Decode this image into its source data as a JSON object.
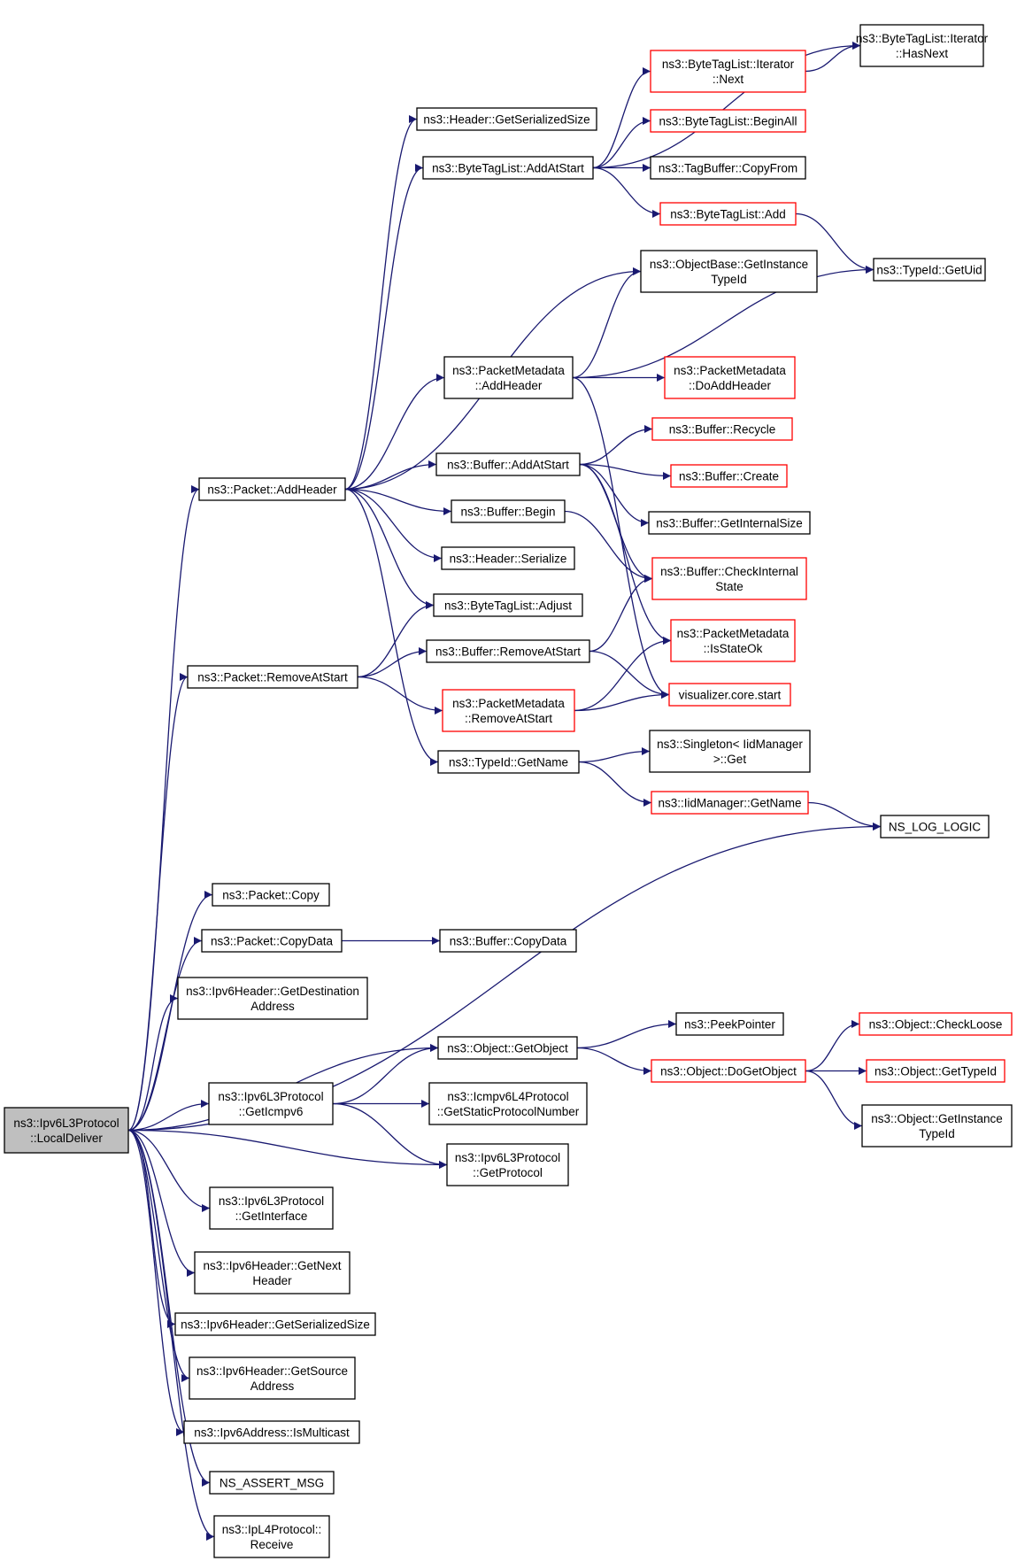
{
  "colors": {
    "edge": "#191970",
    "node_border_default": "#000000",
    "node_border_truncated": "#ff0000",
    "root_fill": "#bfbfbf",
    "node_fill": "#ffffff"
  },
  "nodes": [
    {
      "id": "root",
      "lines": [
        "ns3::Ipv6L3Protocol",
        "::LocalDeliver"
      ],
      "style": "root"
    },
    {
      "id": "addheader",
      "lines": [
        "ns3::Packet::AddHeader"
      ],
      "style": "normal"
    },
    {
      "id": "removeatstart",
      "lines": [
        "ns3::Packet::RemoveAtStart"
      ],
      "style": "normal"
    },
    {
      "id": "pcopy",
      "lines": [
        "ns3::Packet::Copy"
      ],
      "style": "normal"
    },
    {
      "id": "pcopydata",
      "lines": [
        "ns3::Packet::CopyData"
      ],
      "style": "normal"
    },
    {
      "id": "getdest",
      "lines": [
        "ns3::Ipv6Header::GetDestination",
        "Address"
      ],
      "style": "normal"
    },
    {
      "id": "geticmpv6",
      "lines": [
        "ns3::Ipv6L3Protocol",
        "::GetIcmpv6"
      ],
      "style": "normal"
    },
    {
      "id": "getinterface",
      "lines": [
        "ns3::Ipv6L3Protocol",
        "::GetInterface"
      ],
      "style": "normal"
    },
    {
      "id": "getnextheader",
      "lines": [
        "ns3::Ipv6Header::GetNext",
        "Header"
      ],
      "style": "normal"
    },
    {
      "id": "getserialsize6",
      "lines": [
        "ns3::Ipv6Header::GetSerializedSize"
      ],
      "style": "normal"
    },
    {
      "id": "getsource",
      "lines": [
        "ns3::Ipv6Header::GetSource",
        "Address"
      ],
      "style": "normal"
    },
    {
      "id": "ismulticast",
      "lines": [
        "ns3::Ipv6Address::IsMulticast"
      ],
      "style": "normal"
    },
    {
      "id": "assertmsg",
      "lines": [
        "NS_ASSERT_MSG"
      ],
      "style": "normal"
    },
    {
      "id": "receive",
      "lines": [
        "ns3::IpL4Protocol::",
        "Receive"
      ],
      "style": "normal"
    },
    {
      "id": "hgetserial",
      "lines": [
        "ns3::Header::GetSerializedSize"
      ],
      "style": "normal"
    },
    {
      "id": "btladdatstart",
      "lines": [
        "ns3::ByteTagList::AddAtStart"
      ],
      "style": "normal"
    },
    {
      "id": "pmaddheader",
      "lines": [
        "ns3::PacketMetadata",
        "::AddHeader"
      ],
      "style": "normal"
    },
    {
      "id": "bufaddatstart",
      "lines": [
        "ns3::Buffer::AddAtStart"
      ],
      "style": "normal"
    },
    {
      "id": "bufbegin",
      "lines": [
        "ns3::Buffer::Begin"
      ],
      "style": "normal"
    },
    {
      "id": "hserialize",
      "lines": [
        "ns3::Header::Serialize"
      ],
      "style": "normal"
    },
    {
      "id": "btladjust",
      "lines": [
        "ns3::ByteTagList::Adjust"
      ],
      "style": "normal"
    },
    {
      "id": "bufremoveatstart",
      "lines": [
        "ns3::Buffer::RemoveAtStart"
      ],
      "style": "normal"
    },
    {
      "id": "pmremoveatstart",
      "lines": [
        "ns3::PacketMetadata",
        "::RemoveAtStart"
      ],
      "style": "red"
    },
    {
      "id": "typeidgetname",
      "lines": [
        "ns3::TypeId::GetName"
      ],
      "style": "normal"
    },
    {
      "id": "bufcopydata",
      "lines": [
        "ns3::Buffer::CopyData"
      ],
      "style": "normal"
    },
    {
      "id": "objgetobject",
      "lines": [
        "ns3::Object::GetObject"
      ],
      "style": "normal"
    },
    {
      "id": "icmpv6l4",
      "lines": [
        "ns3::Icmpv6L4Protocol",
        "::GetStaticProtocolNumber"
      ],
      "style": "normal"
    },
    {
      "id": "getprotocol",
      "lines": [
        "ns3::Ipv6L3Protocol",
        "::GetProtocol"
      ],
      "style": "normal"
    },
    {
      "id": "btliternext",
      "lines": [
        "ns3::ByteTagList::Iterator",
        "::Next"
      ],
      "style": "red"
    },
    {
      "id": "btlbeginall",
      "lines": [
        "ns3::ByteTagList::BeginAll"
      ],
      "style": "red"
    },
    {
      "id": "tagbufcopyfrom",
      "lines": [
        "ns3::TagBuffer::CopyFrom"
      ],
      "style": "normal"
    },
    {
      "id": "btladd",
      "lines": [
        "ns3::ByteTagList::Add"
      ],
      "style": "red"
    },
    {
      "id": "objbasegetinst",
      "lines": [
        "ns3::ObjectBase::GetInstance",
        "TypeId"
      ],
      "style": "normal"
    },
    {
      "id": "pmdoaddheader",
      "lines": [
        "ns3::PacketMetadata",
        "::DoAddHeader"
      ],
      "style": "red"
    },
    {
      "id": "bufrecycle",
      "lines": [
        "ns3::Buffer::Recycle"
      ],
      "style": "red"
    },
    {
      "id": "bufcreate",
      "lines": [
        "ns3::Buffer::Create"
      ],
      "style": "red"
    },
    {
      "id": "bufgetinternalsize",
      "lines": [
        "ns3::Buffer::GetInternalSize"
      ],
      "style": "normal"
    },
    {
      "id": "bufcheckinternal",
      "lines": [
        "ns3::Buffer::CheckInternal",
        "State"
      ],
      "style": "red"
    },
    {
      "id": "pmisstateok",
      "lines": [
        "ns3::PacketMetadata",
        "::IsStateOk"
      ],
      "style": "red"
    },
    {
      "id": "vizstart",
      "lines": [
        "visualizer.core.start"
      ],
      "style": "red"
    },
    {
      "id": "singletonget",
      "lines": [
        "ns3::Singleton< IidManager",
        ">::Get"
      ],
      "style": "normal"
    },
    {
      "id": "iidgetname",
      "lines": [
        "ns3::IidManager::GetName"
      ],
      "style": "red"
    },
    {
      "id": "peekpointer",
      "lines": [
        "ns3::PeekPointer"
      ],
      "style": "normal"
    },
    {
      "id": "objdogetobject",
      "lines": [
        "ns3::Object::DoGetObject"
      ],
      "style": "red"
    },
    {
      "id": "btlithasnext",
      "lines": [
        "ns3::ByteTagList::Iterator",
        "::HasNext"
      ],
      "style": "normal"
    },
    {
      "id": "typeidgetuid",
      "lines": [
        "ns3::TypeId::GetUid"
      ],
      "style": "normal"
    },
    {
      "id": "nsloglogic",
      "lines": [
        "NS_LOG_LOGIC"
      ],
      "style": "normal"
    },
    {
      "id": "objcheckloose",
      "lines": [
        "ns3::Object::CheckLoose"
      ],
      "style": "red"
    },
    {
      "id": "objgettypeid",
      "lines": [
        "ns3::Object::GetTypeId"
      ],
      "style": "red"
    },
    {
      "id": "objgetinst",
      "lines": [
        "ns3::Object::GetInstance",
        "TypeId"
      ],
      "style": "normal"
    }
  ],
  "edges": [
    [
      "root",
      "addheader"
    ],
    [
      "root",
      "removeatstart"
    ],
    [
      "root",
      "nsloglogic"
    ],
    [
      "root",
      "pcopy"
    ],
    [
      "root",
      "pcopydata"
    ],
    [
      "root",
      "getdest"
    ],
    [
      "root",
      "objgetobject"
    ],
    [
      "root",
      "geticmpv6"
    ],
    [
      "root",
      "getprotocol"
    ],
    [
      "root",
      "getinterface"
    ],
    [
      "root",
      "getnextheader"
    ],
    [
      "root",
      "getserialsize6"
    ],
    [
      "root",
      "getsource"
    ],
    [
      "root",
      "ismulticast"
    ],
    [
      "root",
      "assertmsg"
    ],
    [
      "root",
      "receive"
    ],
    [
      "addheader",
      "hgetserial"
    ],
    [
      "addheader",
      "btladdatstart"
    ],
    [
      "addheader",
      "objbasegetinst"
    ],
    [
      "addheader",
      "pmaddheader"
    ],
    [
      "addheader",
      "bufaddatstart"
    ],
    [
      "addheader",
      "bufbegin"
    ],
    [
      "addheader",
      "hserialize"
    ],
    [
      "addheader",
      "btladjust"
    ],
    [
      "addheader",
      "typeidgetname"
    ],
    [
      "removeatstart",
      "btladjust"
    ],
    [
      "removeatstart",
      "bufremoveatstart"
    ],
    [
      "removeatstart",
      "pmremoveatstart"
    ],
    [
      "btladdatstart",
      "btliternext"
    ],
    [
      "btladdatstart",
      "btlbeginall"
    ],
    [
      "btladdatstart",
      "tagbufcopyfrom"
    ],
    [
      "btladdatstart",
      "btladd"
    ],
    [
      "btladdatstart",
      "btlithasnext"
    ],
    [
      "btliternext",
      "btlithasnext"
    ],
    [
      "btladd",
      "typeidgetuid"
    ],
    [
      "pmaddheader",
      "objbasegetinst"
    ],
    [
      "pmaddheader",
      "typeidgetuid"
    ],
    [
      "pmaddheader",
      "pmdoaddheader"
    ],
    [
      "pmaddheader",
      "vizstart"
    ],
    [
      "bufaddatstart",
      "bufrecycle"
    ],
    [
      "bufaddatstart",
      "bufcreate"
    ],
    [
      "bufaddatstart",
      "bufgetinternalsize"
    ],
    [
      "bufaddatstart",
      "bufcheckinternal"
    ],
    [
      "bufaddatstart",
      "pmisstateok"
    ],
    [
      "bufbegin",
      "bufcheckinternal"
    ],
    [
      "bufremoveatstart",
      "bufcheckinternal"
    ],
    [
      "bufremoveatstart",
      "vizstart"
    ],
    [
      "pmremoveatstart",
      "pmisstateok"
    ],
    [
      "pmremoveatstart",
      "vizstart"
    ],
    [
      "typeidgetname",
      "singletonget"
    ],
    [
      "typeidgetname",
      "iidgetname"
    ],
    [
      "iidgetname",
      "nsloglogic"
    ],
    [
      "pcopydata",
      "bufcopydata"
    ],
    [
      "objgetobject",
      "peekpointer"
    ],
    [
      "objgetobject",
      "objdogetobject"
    ],
    [
      "geticmpv6",
      "objgetobject"
    ],
    [
      "geticmpv6",
      "icmpv6l4"
    ],
    [
      "geticmpv6",
      "getprotocol"
    ],
    [
      "objdogetobject",
      "objcheckloose"
    ],
    [
      "objdogetobject",
      "objgettypeid"
    ],
    [
      "objdogetobject",
      "objgetinst"
    ]
  ]
}
